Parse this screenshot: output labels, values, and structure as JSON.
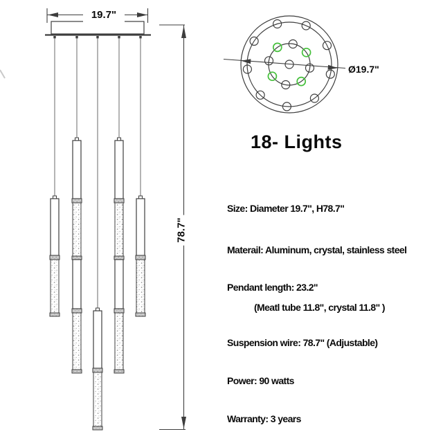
{
  "side_view": {
    "width_dim_label": "19.7\"",
    "height_dim_label": "78.7\""
  },
  "top_view": {
    "diameter_label": "Ø19.7\"",
    "outer_ring_lights": 9,
    "inner_ring_lights": 8,
    "center_lights": 1
  },
  "title": {
    "lights_label": "18- Lights"
  },
  "specs": {
    "size": "Size: Diameter 19.7\", H78.7\"",
    "material": "Materail: Aluminum, crystal, stainless steel",
    "pendant_length": "Pendant length: 23.2\"",
    "pendant_length_detail": "(Meatl tube 11.8\", crystal 11.8\" )",
    "suspension_wire": "Suspension wire: 78.7\" (Adjustable)",
    "power": "Power: 90 watts",
    "warranty": "Warranty: 3 years"
  },
  "colors": {
    "line": "#3d3d3d",
    "text": "#0a0a0a",
    "highlight_green": "#46c03c"
  }
}
